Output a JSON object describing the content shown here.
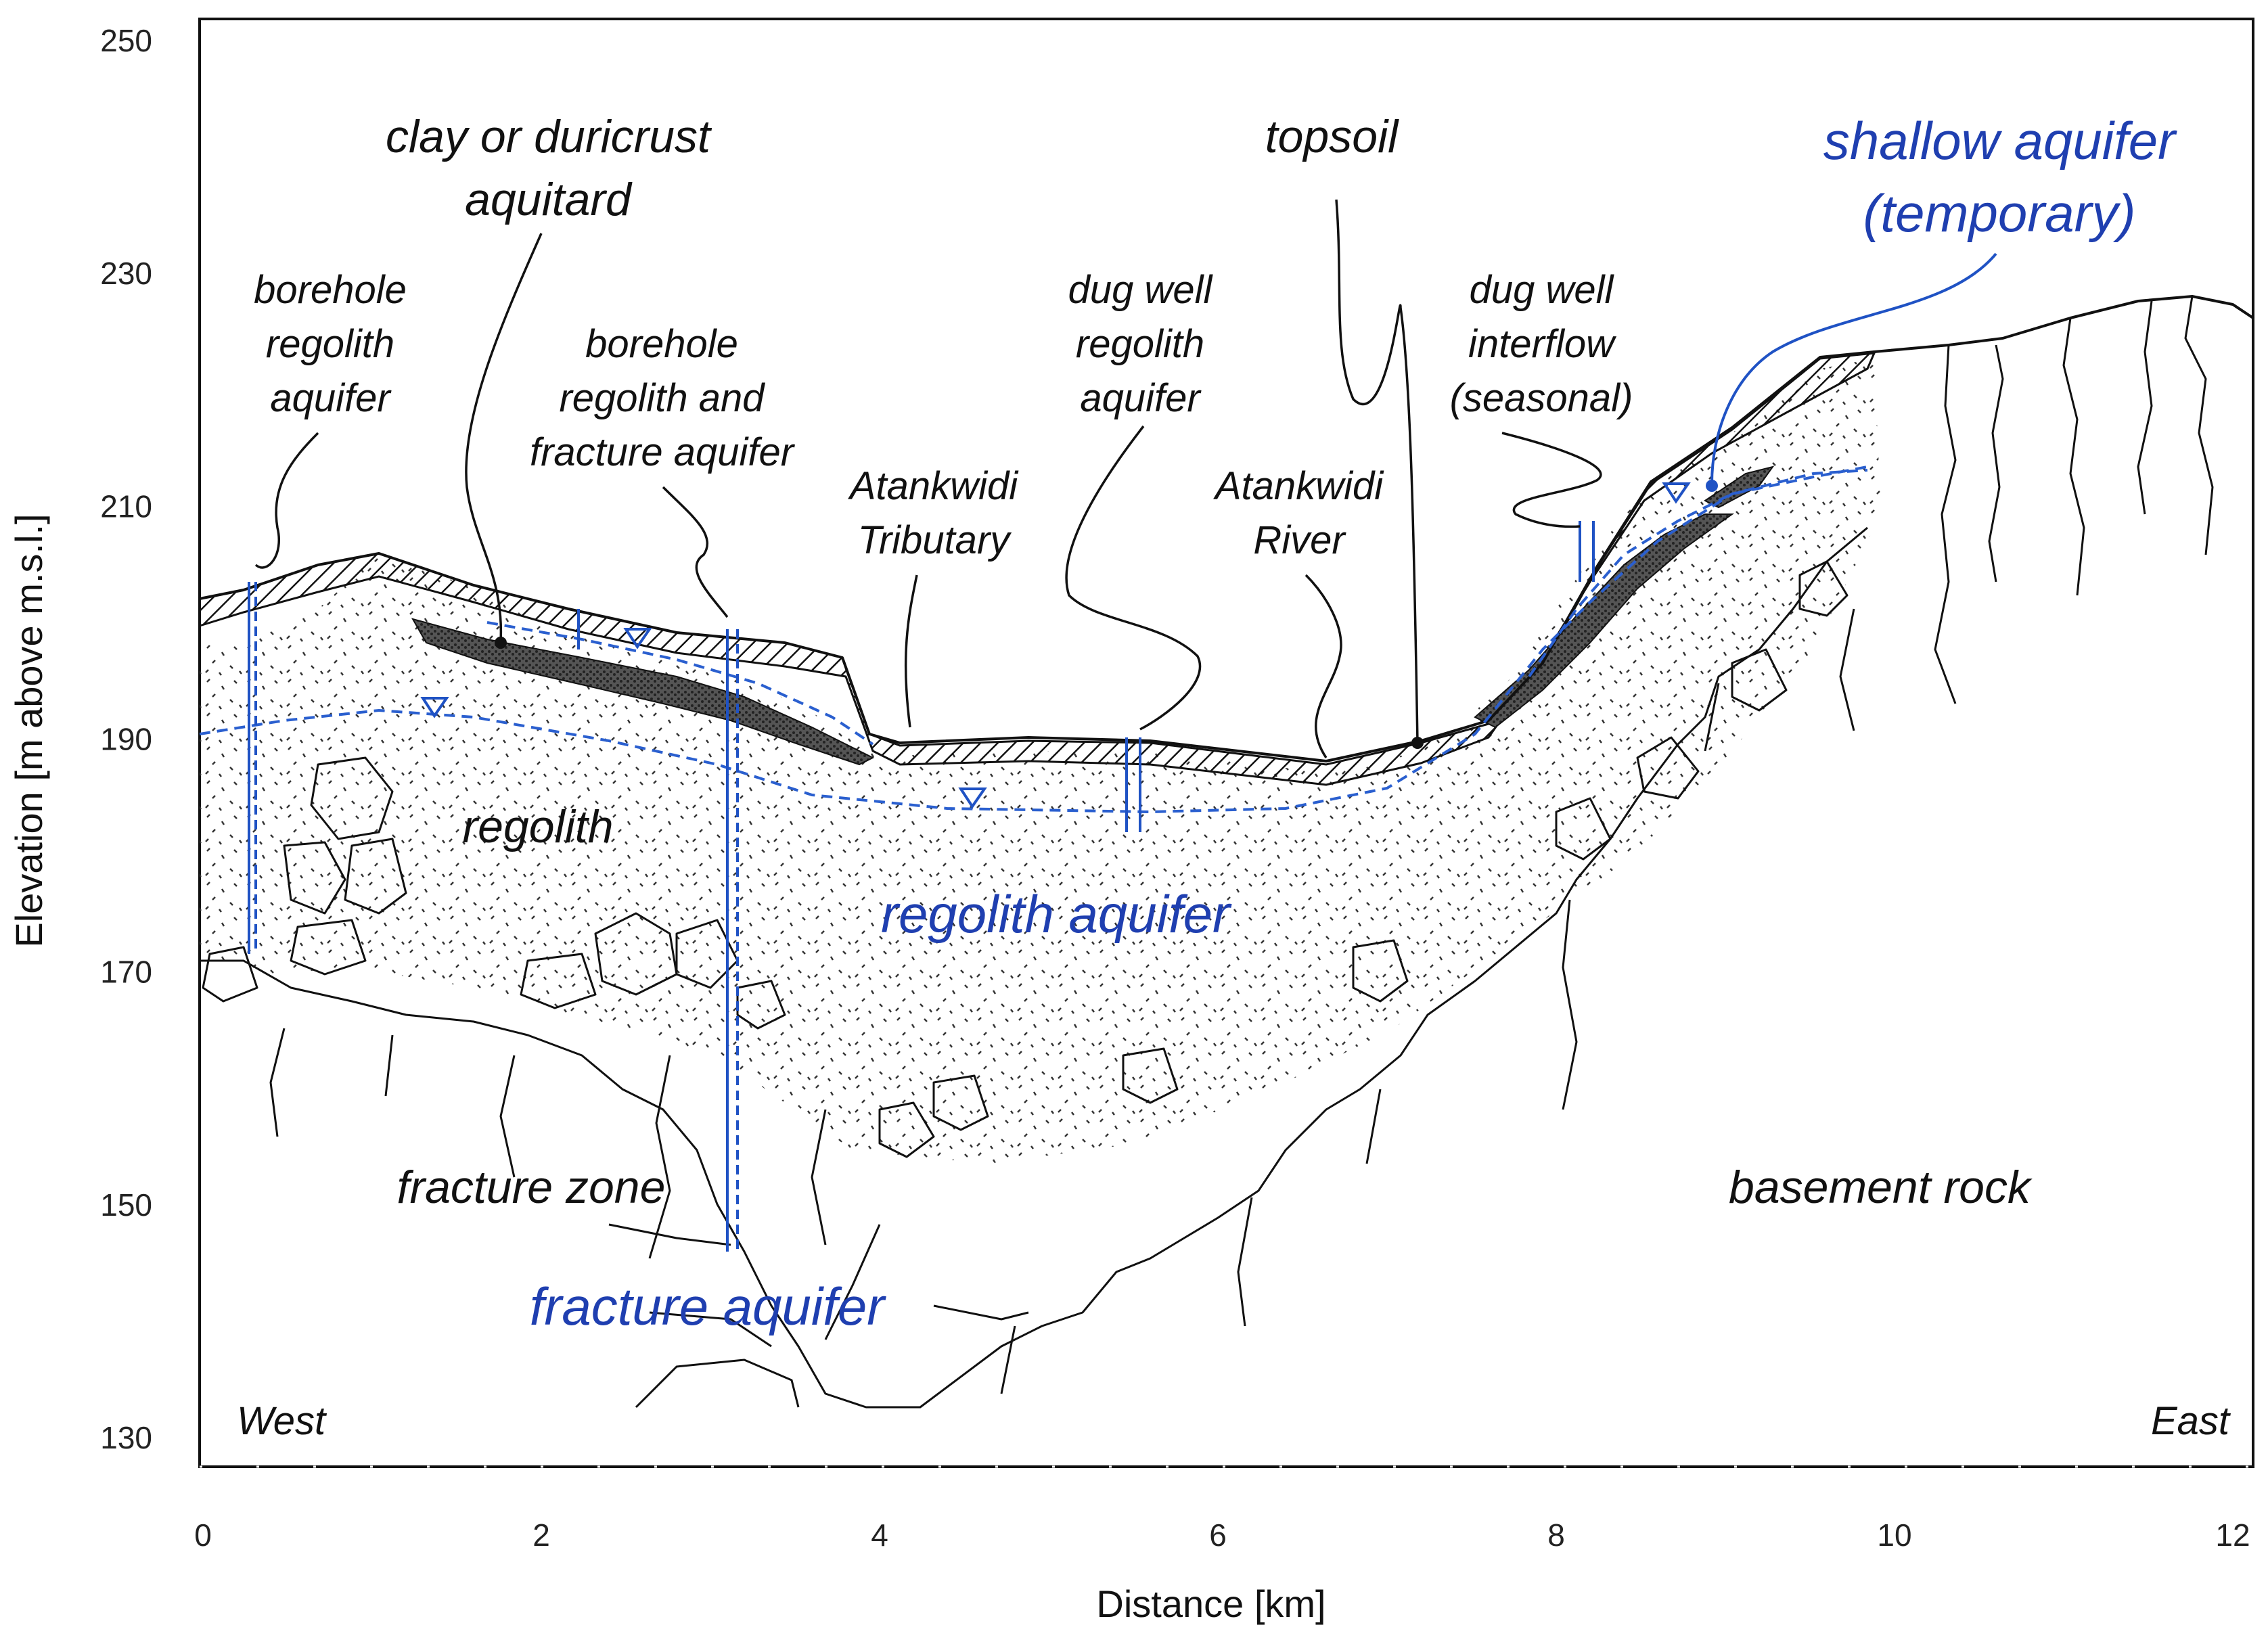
{
  "axes": {
    "xlabel": "Distance [km]",
    "ylabel": "Elevation [m above m.s.l.]",
    "xlim": [
      0,
      12
    ],
    "ylim": [
      130,
      250
    ],
    "xticks": [
      "0",
      "2",
      "4",
      "6",
      "8",
      "10",
      "12"
    ],
    "yticks": [
      "250",
      "230",
      "210",
      "190",
      "170",
      "150",
      "130"
    ]
  },
  "labels": {
    "clay": [
      "clay or duricrust",
      "aquitard"
    ],
    "topsoil": [
      "topsoil"
    ],
    "shallow": [
      "shallow aquifer",
      "(temporary)"
    ],
    "borehole_regolith": [
      "borehole",
      "regolith",
      "aquifer"
    ],
    "borehole_fracture": [
      "borehole",
      "regolith and",
      "fracture aquifer"
    ],
    "tributary": [
      "Atankwidi",
      "Tributary"
    ],
    "dugwell_regolith": [
      "dug well",
      "regolith",
      "aquifer"
    ],
    "river": [
      "Atankwidi",
      "River"
    ],
    "dugwell_interflow": [
      "dug well",
      "interflow",
      "(seasonal)"
    ],
    "regolith": "regolith",
    "regolith_aquifer": "regolith aquifer",
    "fracture_zone": "fracture zone",
    "fracture_aquifer": "fracture aquifer",
    "basement_rock": "basement rock",
    "west": "West",
    "east": "East"
  },
  "colors": {
    "ink": "#111111",
    "water": "#1f52c4",
    "aquifer_text": "#1f3fb0"
  }
}
